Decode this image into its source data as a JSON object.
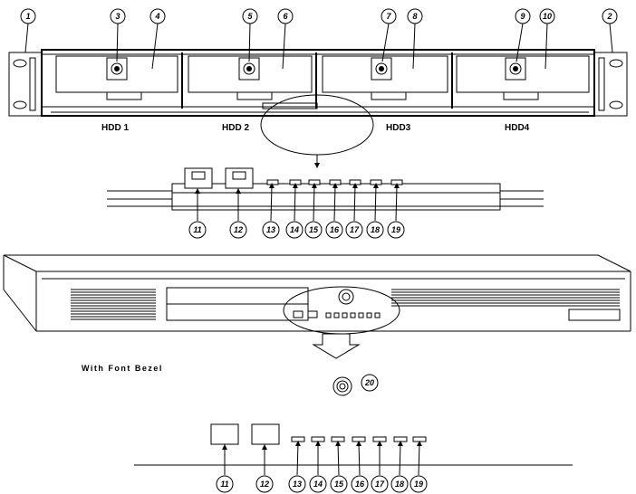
{
  "hdd_labels": [
    "HDD 1",
    "HDD 2",
    "HDD3",
    "HDD4"
  ],
  "bezel_label": "With Font Bezel",
  "callouts_top": [
    "1",
    "2",
    "3",
    "4",
    "5",
    "6",
    "7",
    "8",
    "9",
    "10"
  ],
  "callouts_detail_1": [
    "11",
    "12",
    "13",
    "14",
    "15",
    "16",
    "17",
    "18",
    "19"
  ],
  "callout_key": "20",
  "callouts_detail_2": [
    "11",
    "12",
    "13",
    "14",
    "15",
    "16",
    "17",
    "18",
    "19"
  ]
}
